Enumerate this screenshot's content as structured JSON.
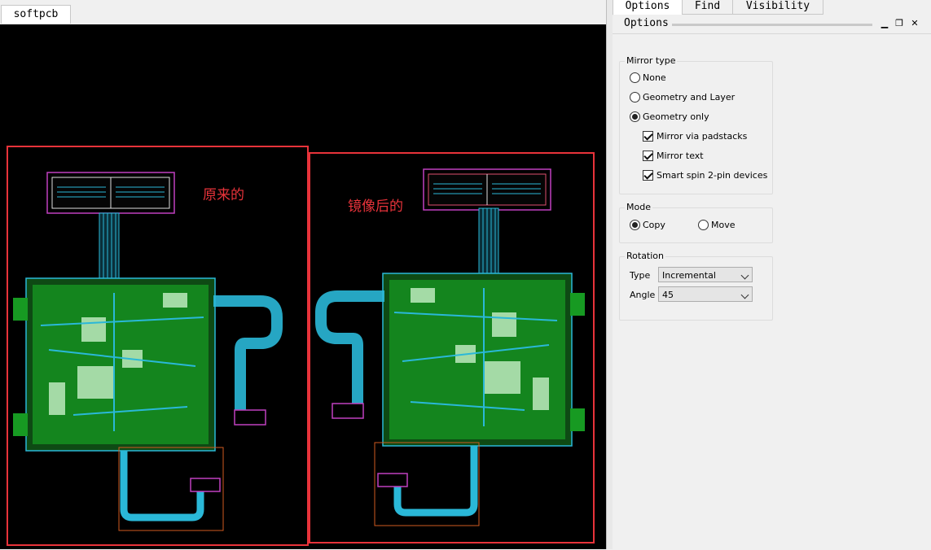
{
  "document_tab": {
    "label": "softpcb"
  },
  "canvas": {
    "annotation_left": "原来的",
    "annotation_right": "镜像后的"
  },
  "panel_tabs": [
    {
      "label": "Options",
      "active": true
    },
    {
      "label": "Find",
      "active": false
    },
    {
      "label": "Visibility",
      "active": false
    }
  ],
  "panel": {
    "title": "Options",
    "mirror_type": {
      "label": "Mirror type",
      "options": [
        {
          "label": "None",
          "selected": false
        },
        {
          "label": "Geometry and Layer",
          "selected": false
        },
        {
          "label": "Geometry only",
          "selected": true
        }
      ],
      "checks": [
        {
          "label": "Mirror via padstacks",
          "checked": true
        },
        {
          "label": "Mirror text",
          "checked": true
        },
        {
          "label": "Smart spin 2-pin devices",
          "checked": true
        }
      ]
    },
    "mode": {
      "label": "Mode",
      "copy": "Copy",
      "move": "Move",
      "selected": "Copy"
    },
    "rotation": {
      "label": "Rotation",
      "type_label": "Type",
      "type_value": "Incremental",
      "angle_label": "Angle",
      "angle_value": "45"
    }
  },
  "colors": {
    "canvas_bg": "#000000",
    "highlight_box": "#e8333a",
    "board_green": "#1aa62a",
    "trace_cyan": "#2ab8d8",
    "outline_magenta": "#c040c0"
  }
}
